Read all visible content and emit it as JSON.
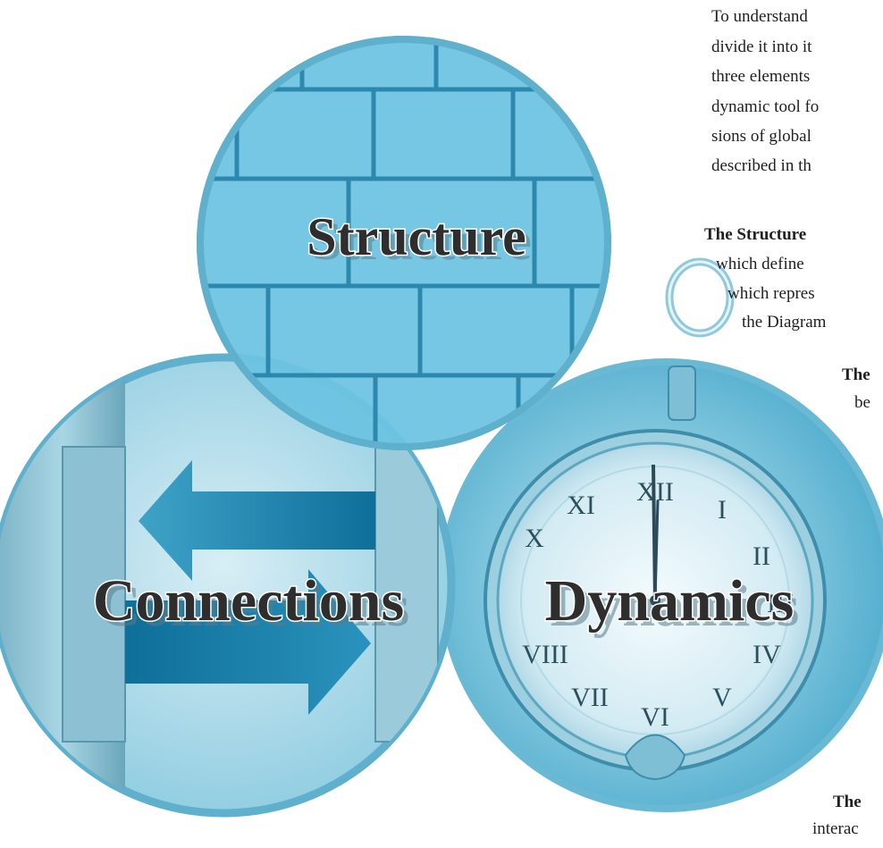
{
  "diagram": {
    "circles": [
      {
        "id": "structure",
        "label": "Structure"
      },
      {
        "id": "connections",
        "label": "Connections"
      },
      {
        "id": "dynamics",
        "label": "Dynamics"
      }
    ],
    "colors": {
      "circle_fill": "#7cc4dc",
      "circle_stroke": "#5fb0cc",
      "accent": "#1f8fb8"
    },
    "icons": [
      "stone-wall-icon",
      "bidirectional-arrows-icon",
      "pocket-watch-icon"
    ]
  },
  "text": {
    "intro_lines": [
      "To understand",
      "divide it into it",
      "three elements",
      "dynamic tool fo",
      "sions of global",
      "described in th"
    ],
    "structure_heading": "The Structure",
    "structure_lines": [
      "which define",
      "which repres",
      "the Diagram"
    ],
    "fragment_1_heading": "The",
    "fragment_1_line": "be",
    "fragment_2_heading": "The",
    "fragment_2_line": "interac"
  }
}
